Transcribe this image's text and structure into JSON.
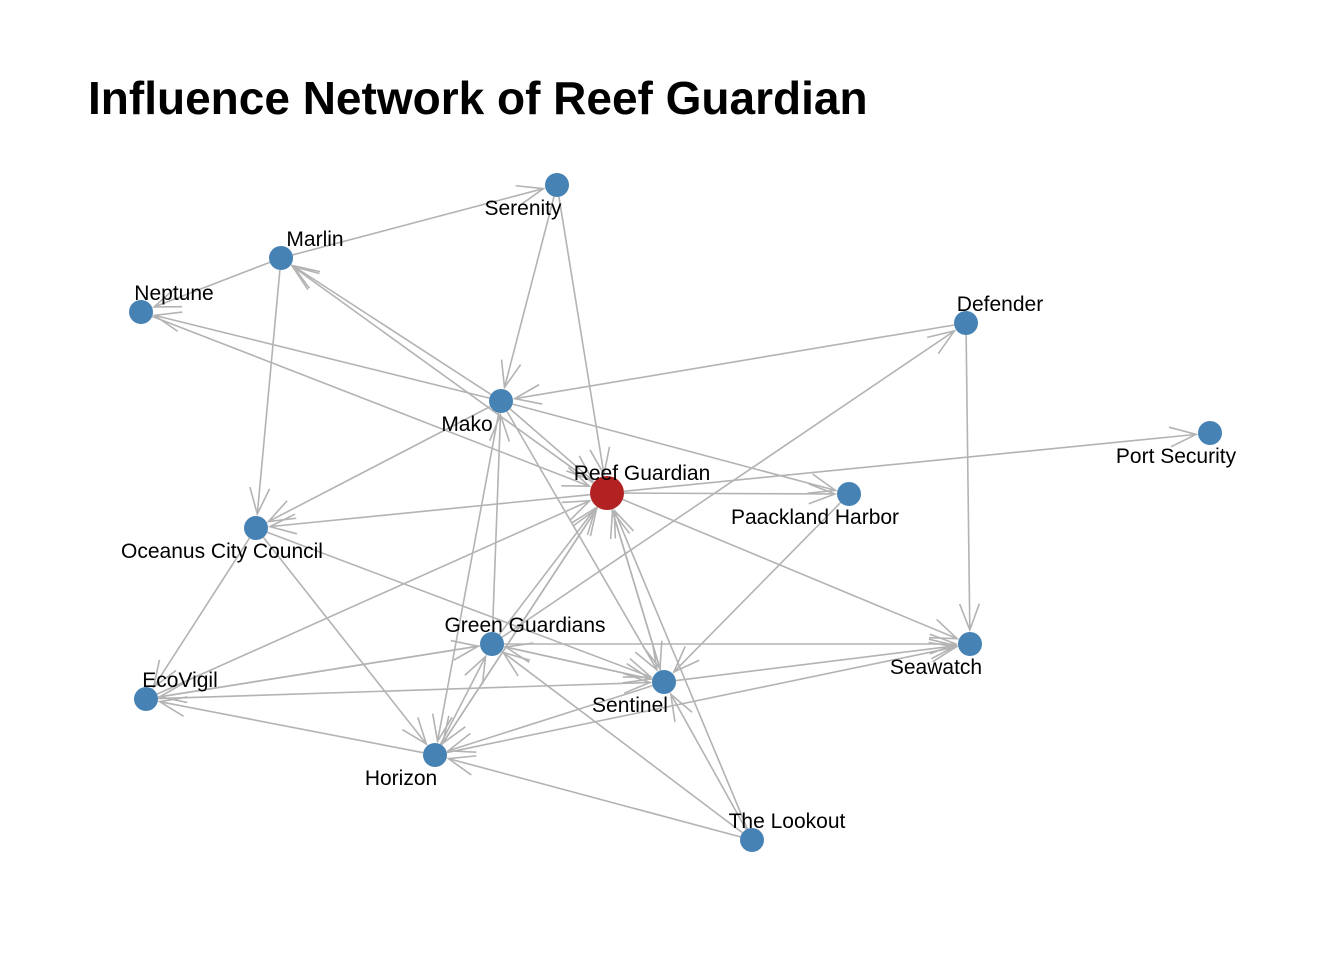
{
  "title": "Influence Network of Reef Guardian",
  "colors": {
    "focus_node": "#b22222",
    "node": "#4682b4",
    "edge": "#b3b3b3",
    "label": "#000000",
    "background": "#ffffff"
  },
  "nodes": [
    {
      "id": "reef-guardian",
      "label": "Reef Guardian",
      "focus": true
    },
    {
      "id": "serenity",
      "label": "Serenity"
    },
    {
      "id": "marlin",
      "label": "Marlin"
    },
    {
      "id": "neptune",
      "label": "Neptune"
    },
    {
      "id": "mako",
      "label": "Mako"
    },
    {
      "id": "defender",
      "label": "Defender"
    },
    {
      "id": "port-security",
      "label": "Port Security"
    },
    {
      "id": "paackland-harbor",
      "label": "Paackland Harbor"
    },
    {
      "id": "oceanus-city-council",
      "label": "Oceanus City Council"
    },
    {
      "id": "green-guardians",
      "label": "Green Guardians"
    },
    {
      "id": "seawatch",
      "label": "Seawatch"
    },
    {
      "id": "ecovigil",
      "label": "EcoVigil"
    },
    {
      "id": "sentinel",
      "label": "Sentinel"
    },
    {
      "id": "horizon",
      "label": "Horizon"
    },
    {
      "id": "the-lookout",
      "label": "The Lookout"
    }
  ],
  "edges": [
    {
      "source": "marlin",
      "target": "serenity"
    },
    {
      "source": "marlin",
      "target": "neptune"
    },
    {
      "source": "marlin",
      "target": "oceanus-city-council"
    },
    {
      "source": "serenity",
      "target": "mako"
    },
    {
      "source": "serenity",
      "target": "reef-guardian"
    },
    {
      "source": "mako",
      "target": "marlin"
    },
    {
      "source": "mako",
      "target": "neptune"
    },
    {
      "source": "mako",
      "target": "oceanus-city-council"
    },
    {
      "source": "mako",
      "target": "paackland-harbor"
    },
    {
      "source": "mako",
      "target": "reef-guardian"
    },
    {
      "source": "mako",
      "target": "sentinel"
    },
    {
      "source": "mako",
      "target": "horizon"
    },
    {
      "source": "neptune",
      "target": "reef-guardian"
    },
    {
      "source": "defender",
      "target": "mako"
    },
    {
      "source": "defender",
      "target": "seawatch"
    },
    {
      "source": "reef-guardian",
      "target": "marlin"
    },
    {
      "source": "reef-guardian",
      "target": "port-security"
    },
    {
      "source": "reef-guardian",
      "target": "paackland-harbor"
    },
    {
      "source": "reef-guardian",
      "target": "oceanus-city-council"
    },
    {
      "source": "reef-guardian",
      "target": "seawatch"
    },
    {
      "source": "reef-guardian",
      "target": "sentinel"
    },
    {
      "source": "reef-guardian",
      "target": "horizon"
    },
    {
      "source": "green-guardians",
      "target": "defender"
    },
    {
      "source": "green-guardians",
      "target": "mako"
    },
    {
      "source": "green-guardians",
      "target": "reef-guardian"
    },
    {
      "source": "green-guardians",
      "target": "seawatch"
    },
    {
      "source": "green-guardians",
      "target": "sentinel"
    },
    {
      "source": "green-guardians",
      "target": "ecovigil"
    },
    {
      "source": "oceanus-city-council",
      "target": "sentinel"
    },
    {
      "source": "oceanus-city-council",
      "target": "horizon"
    },
    {
      "source": "oceanus-city-council",
      "target": "ecovigil"
    },
    {
      "source": "paackland-harbor",
      "target": "sentinel"
    },
    {
      "source": "ecovigil",
      "target": "reef-guardian"
    },
    {
      "source": "ecovigil",
      "target": "sentinel"
    },
    {
      "source": "ecovigil",
      "target": "green-guardians"
    },
    {
      "source": "sentinel",
      "target": "reef-guardian"
    },
    {
      "source": "sentinel",
      "target": "green-guardians"
    },
    {
      "source": "sentinel",
      "target": "seawatch"
    },
    {
      "source": "sentinel",
      "target": "horizon"
    },
    {
      "source": "horizon",
      "target": "reef-guardian"
    },
    {
      "source": "horizon",
      "target": "ecovigil"
    },
    {
      "source": "horizon",
      "target": "green-guardians"
    },
    {
      "source": "horizon",
      "target": "seawatch"
    },
    {
      "source": "the-lookout",
      "target": "horizon"
    },
    {
      "source": "the-lookout",
      "target": "green-guardians"
    },
    {
      "source": "the-lookout",
      "target": "reef-guardian"
    },
    {
      "source": "the-lookout",
      "target": "sentinel"
    }
  ]
}
